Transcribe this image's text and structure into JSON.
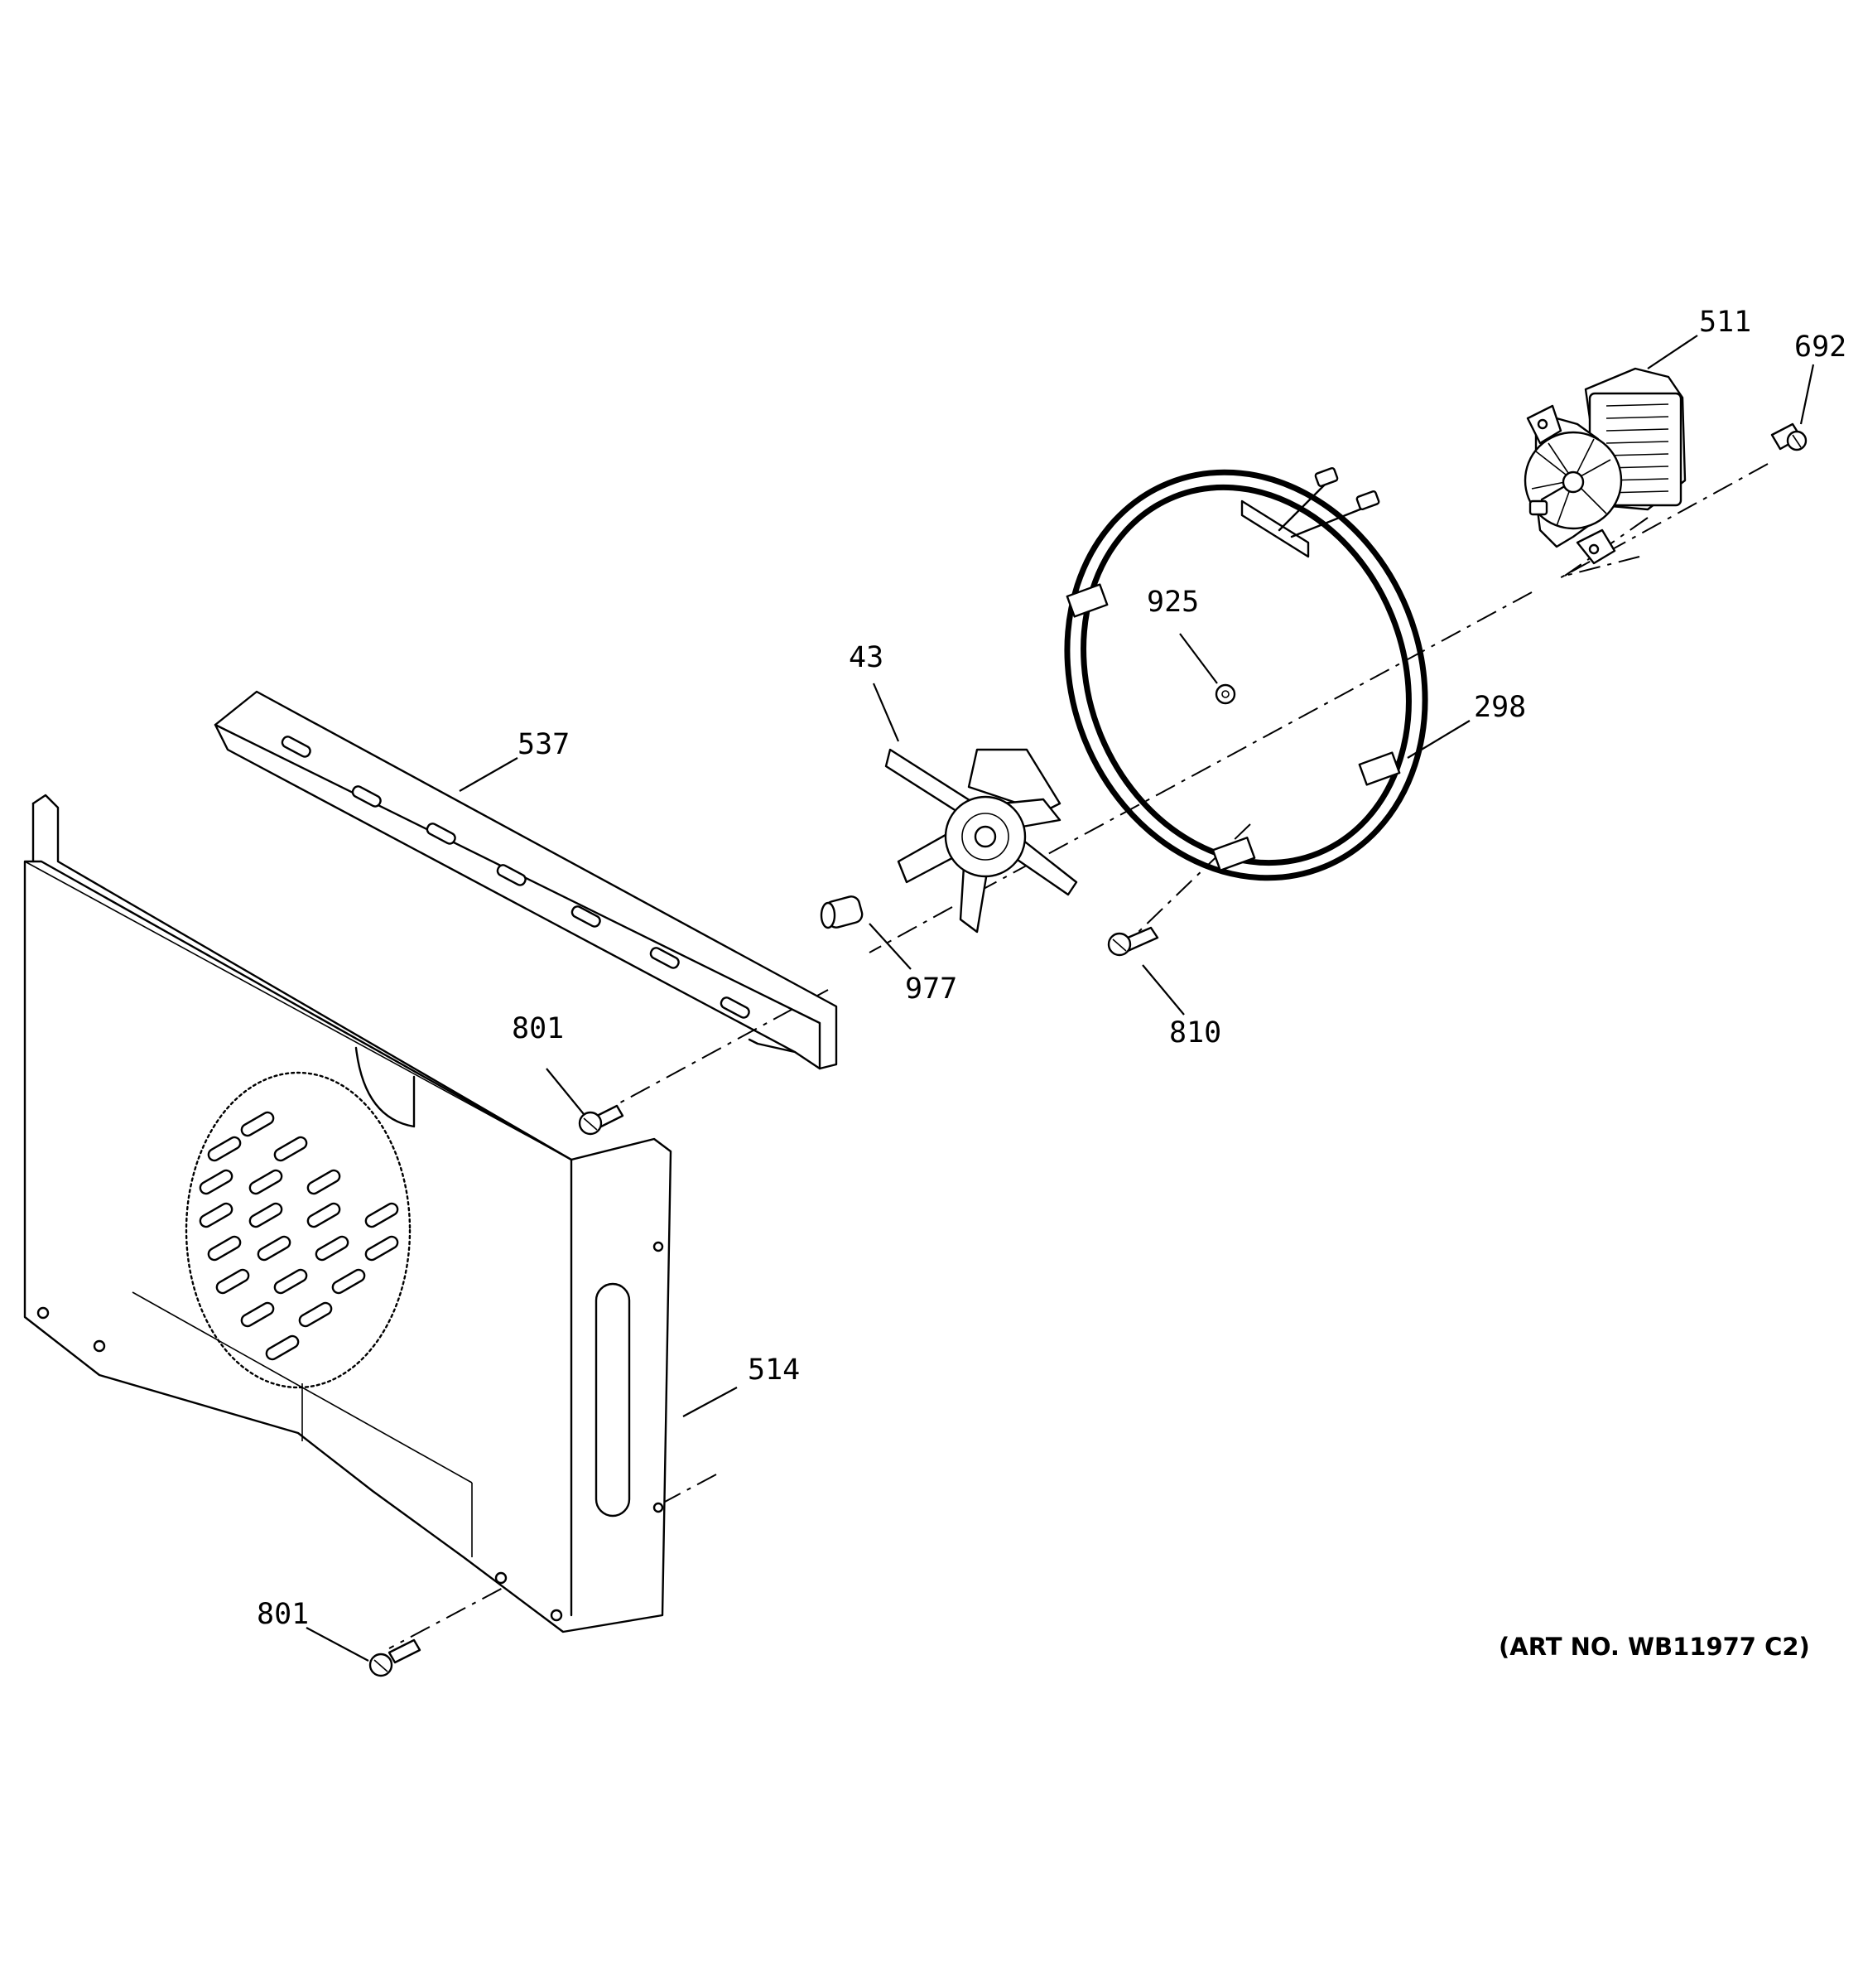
{
  "diagram": {
    "callouts": {
      "p511": "511",
      "p692": "692",
      "p925": "925",
      "p43": "43",
      "p298": "298",
      "p537": "537",
      "p977": "977",
      "p810": "810",
      "p801_top": "801",
      "p801_bottom": "801",
      "p514": "514"
    },
    "art_number": "(ART NO. WB11977 C2)"
  }
}
